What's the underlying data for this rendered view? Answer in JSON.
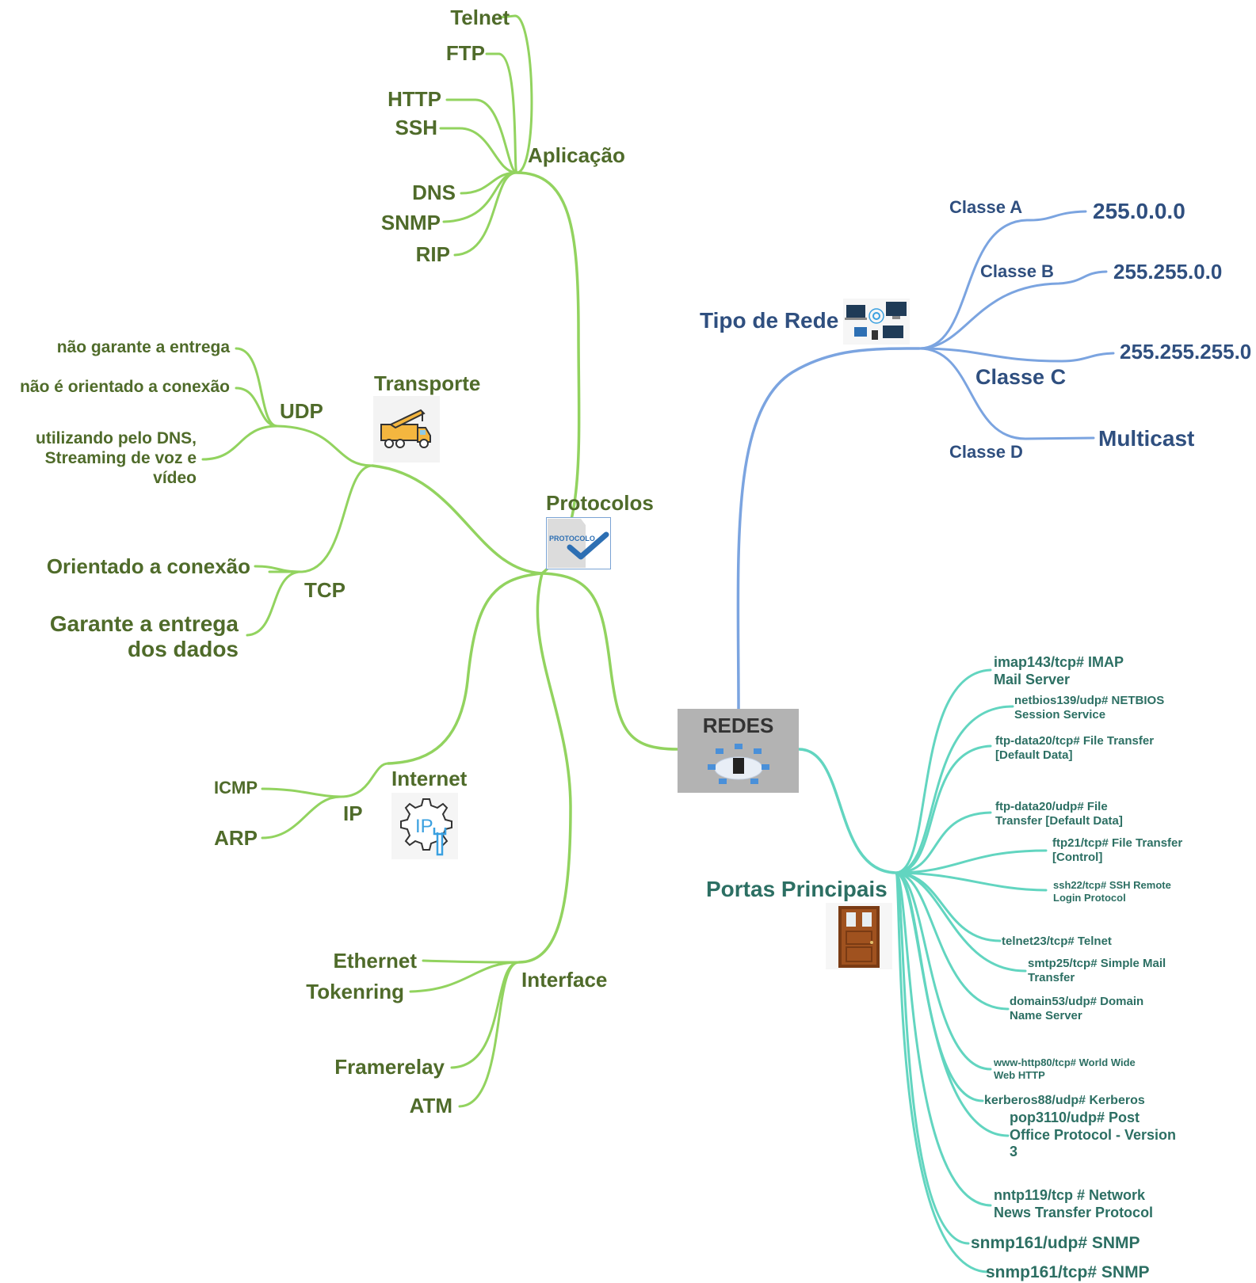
{
  "root": {
    "label": "REDES",
    "icon": "network-cloud-icon"
  },
  "colors": {
    "protocolos": "#92d35f",
    "tipo_rede": "#7ba4e0",
    "portas": "#62d5c0",
    "green_text": "#4f6b2a",
    "blue_text": "#2f4f7f",
    "teal_text": "#2c6f63"
  },
  "protocolos": {
    "label": "Protocolos",
    "icon": "protocol-check-icon",
    "aplicacao": {
      "label": "Aplicação",
      "items": [
        "Telnet",
        "FTP",
        "HTTP",
        "SSH",
        "DNS",
        "SNMP",
        "RIP"
      ]
    },
    "transporte": {
      "label": "Transporte",
      "icon": "crane-truck-icon",
      "udp": {
        "label": "UDP",
        "items": [
          "não garante a entrega",
          "não é orientado a conexão",
          "utilizando pelo DNS,\nStreaming de voz e\nvídeo"
        ]
      },
      "tcp": {
        "label": "TCP",
        "items": [
          "Orientado a conexão",
          "Garante a entrega\ndos dados"
        ]
      }
    },
    "internet": {
      "label": "Internet",
      "icon": "ip-gear-wrench-icon",
      "ip": {
        "label": "IP",
        "items": [
          "ICMP",
          "ARP"
        ]
      }
    },
    "interface": {
      "label": "Interface",
      "items": [
        "Ethernet",
        "Tokenring",
        "Framerelay",
        "ATM"
      ]
    }
  },
  "tipo_rede": {
    "label": "Tipo de Rede",
    "icon": "network-devices-icon",
    "classes": [
      {
        "label": "Classe A",
        "value": "255.0.0.0"
      },
      {
        "label": "Classe B",
        "value": "255.255.0.0"
      },
      {
        "label": "Classe C",
        "value": "255.255.255.0"
      },
      {
        "label": "Classe D",
        "value": "Multicast"
      }
    ]
  },
  "portas": {
    "label": "Portas Principais",
    "icon": "door-icon",
    "items": [
      "imap143/tcp# IMAP\nMail Server",
      "netbios139/udp# NETBIOS\nSession Service",
      "ftp-data20/tcp# File Transfer\n[Default Data]",
      "ftp-data20/udp# File\nTransfer [Default Data]",
      "ftp21/tcp# File Transfer\n[Control]",
      "ssh22/tcp# SSH Remote\nLogin Protocol",
      "telnet23/tcp# Telnet",
      "smtp25/tcp# Simple Mail\nTransfer",
      "domain53/udp# Domain\nName Server",
      "www-http80/tcp# World Wide\nWeb HTTP",
      "kerberos88/udp# Kerberos",
      "pop3110/udp# Post\nOffice Protocol - Version\n3",
      "nntp119/tcp # Network\nNews Transfer Protocol",
      "snmp161/udp# SNMP",
      "snmp161/tcp# SNMP"
    ]
  }
}
